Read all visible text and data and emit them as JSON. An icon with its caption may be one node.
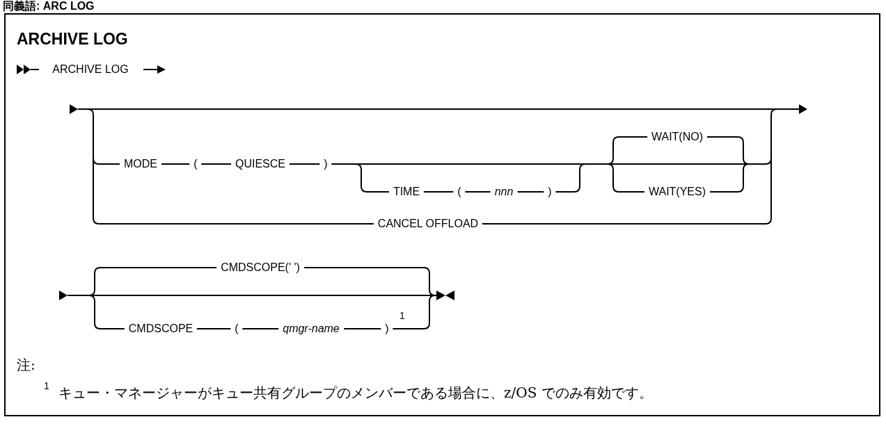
{
  "diagram": {
    "title": "ARCHIVE LOG",
    "labels": [
      "同義語: ARC LOG",
      "ARCHIVE LOG",
      "MODE",
      "(",
      "QUIESCE",
      ")",
      "WAIT(NO)",
      "TIME",
      "(",
      "nnn",
      ")",
      "WAIT(YES)",
      "CANCEL OFFLOAD",
      "CMDSCOPE(' ')",
      "CMDSCOPE",
      "(",
      "qmgr-name",
      ")",
      "1",
      "注:",
      "1",
      "キュー・マネージャーがキュー共有グループのメンバーである場合に、z/OS でのみ有効です。"
    ]
  }
}
